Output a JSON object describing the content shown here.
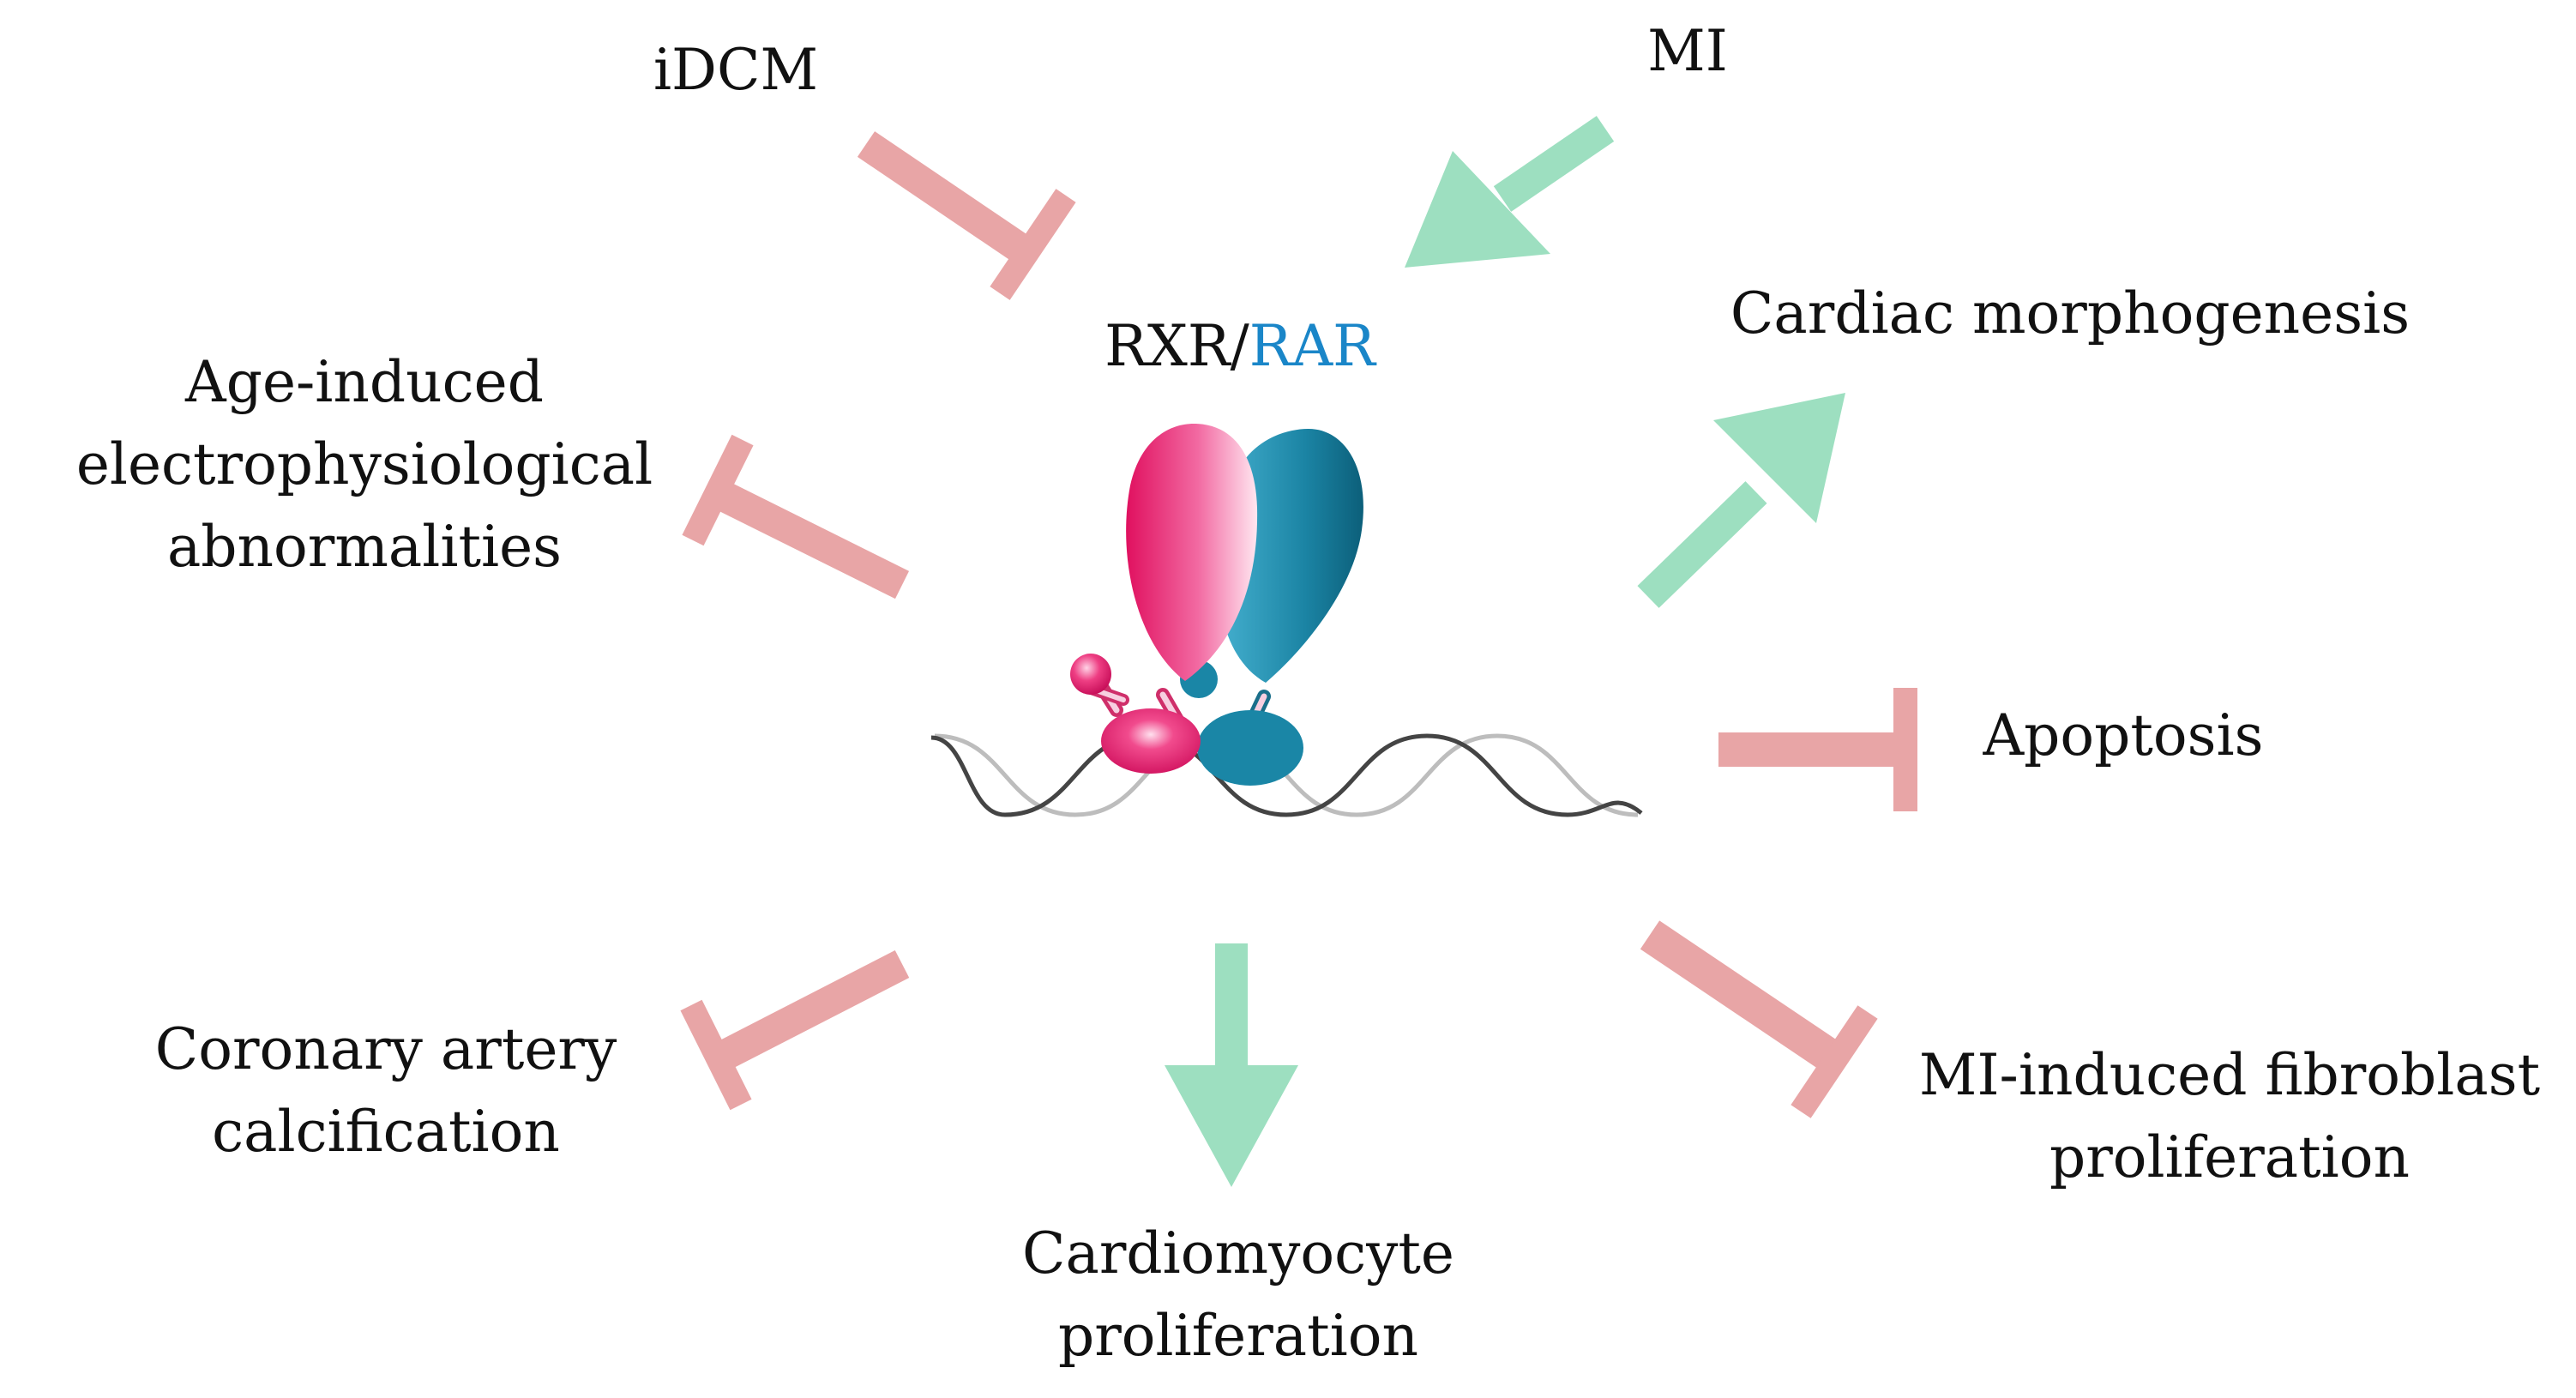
{
  "center": {
    "label_rxr": "RXR/",
    "label_rar": "RAR"
  },
  "colors": {
    "activate": "#9ddfc0",
    "inhibit": "#e8a5a6",
    "rxr": "#e8196b",
    "rar": "#1a86a6",
    "rar_text": "#1a86c8",
    "dna_dark": "#444444",
    "dna_light": "#bdbdbd"
  },
  "nodes": {
    "idcm": "iDCM",
    "mi": "MI",
    "cardiac_morphogenesis": "Cardiac morphogenesis",
    "age_induced": [
      "Age-induced",
      "electrophysiological",
      "abnormalities"
    ],
    "apoptosis": "Apoptosis",
    "coronary": [
      "Coronary artery",
      "calcification"
    ],
    "mi_fibroblast": [
      "MI-induced fibroblast",
      "proliferation"
    ],
    "cardiomyocyte": [
      "Cardiomyocyte",
      "proliferation"
    ]
  }
}
